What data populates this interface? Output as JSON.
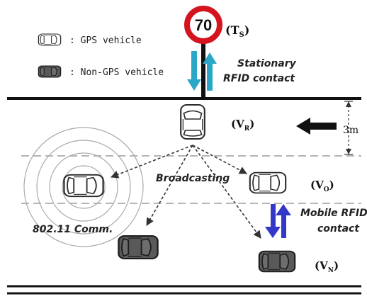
{
  "legend": {
    "gps_label": ": GPS vehicle",
    "non_gps_label": ": Non-GPS vehicle"
  },
  "sign": {
    "speed": "70",
    "label": "(T",
    "label_sub": "S",
    "label_end": ")"
  },
  "stationary_contact": {
    "line1": "Stationary",
    "line2": "RFID contact"
  },
  "vehicles": {
    "vr": {
      "label": "(V",
      "sub": "R",
      "end": ")"
    },
    "vo": {
      "label": "(V",
      "sub": "O",
      "end": ")"
    },
    "vn": {
      "label": "(V",
      "sub": "N",
      "end": ")"
    }
  },
  "broadcasting_label": "Broadcasting",
  "mobile_contact": {
    "line1": "Mobile RFID",
    "line2": "contact"
  },
  "comm_label": "802.11 Comm.",
  "distance_label": "3m",
  "colors": {
    "sign_ring": "#d4141e",
    "gps_body": "#ffffff",
    "non_gps_body": "#5a5a5a",
    "cyan_arrow": "#2aa7c7",
    "blue_arrow": "#3438c9",
    "lane_dash": "#b5b5b5"
  }
}
